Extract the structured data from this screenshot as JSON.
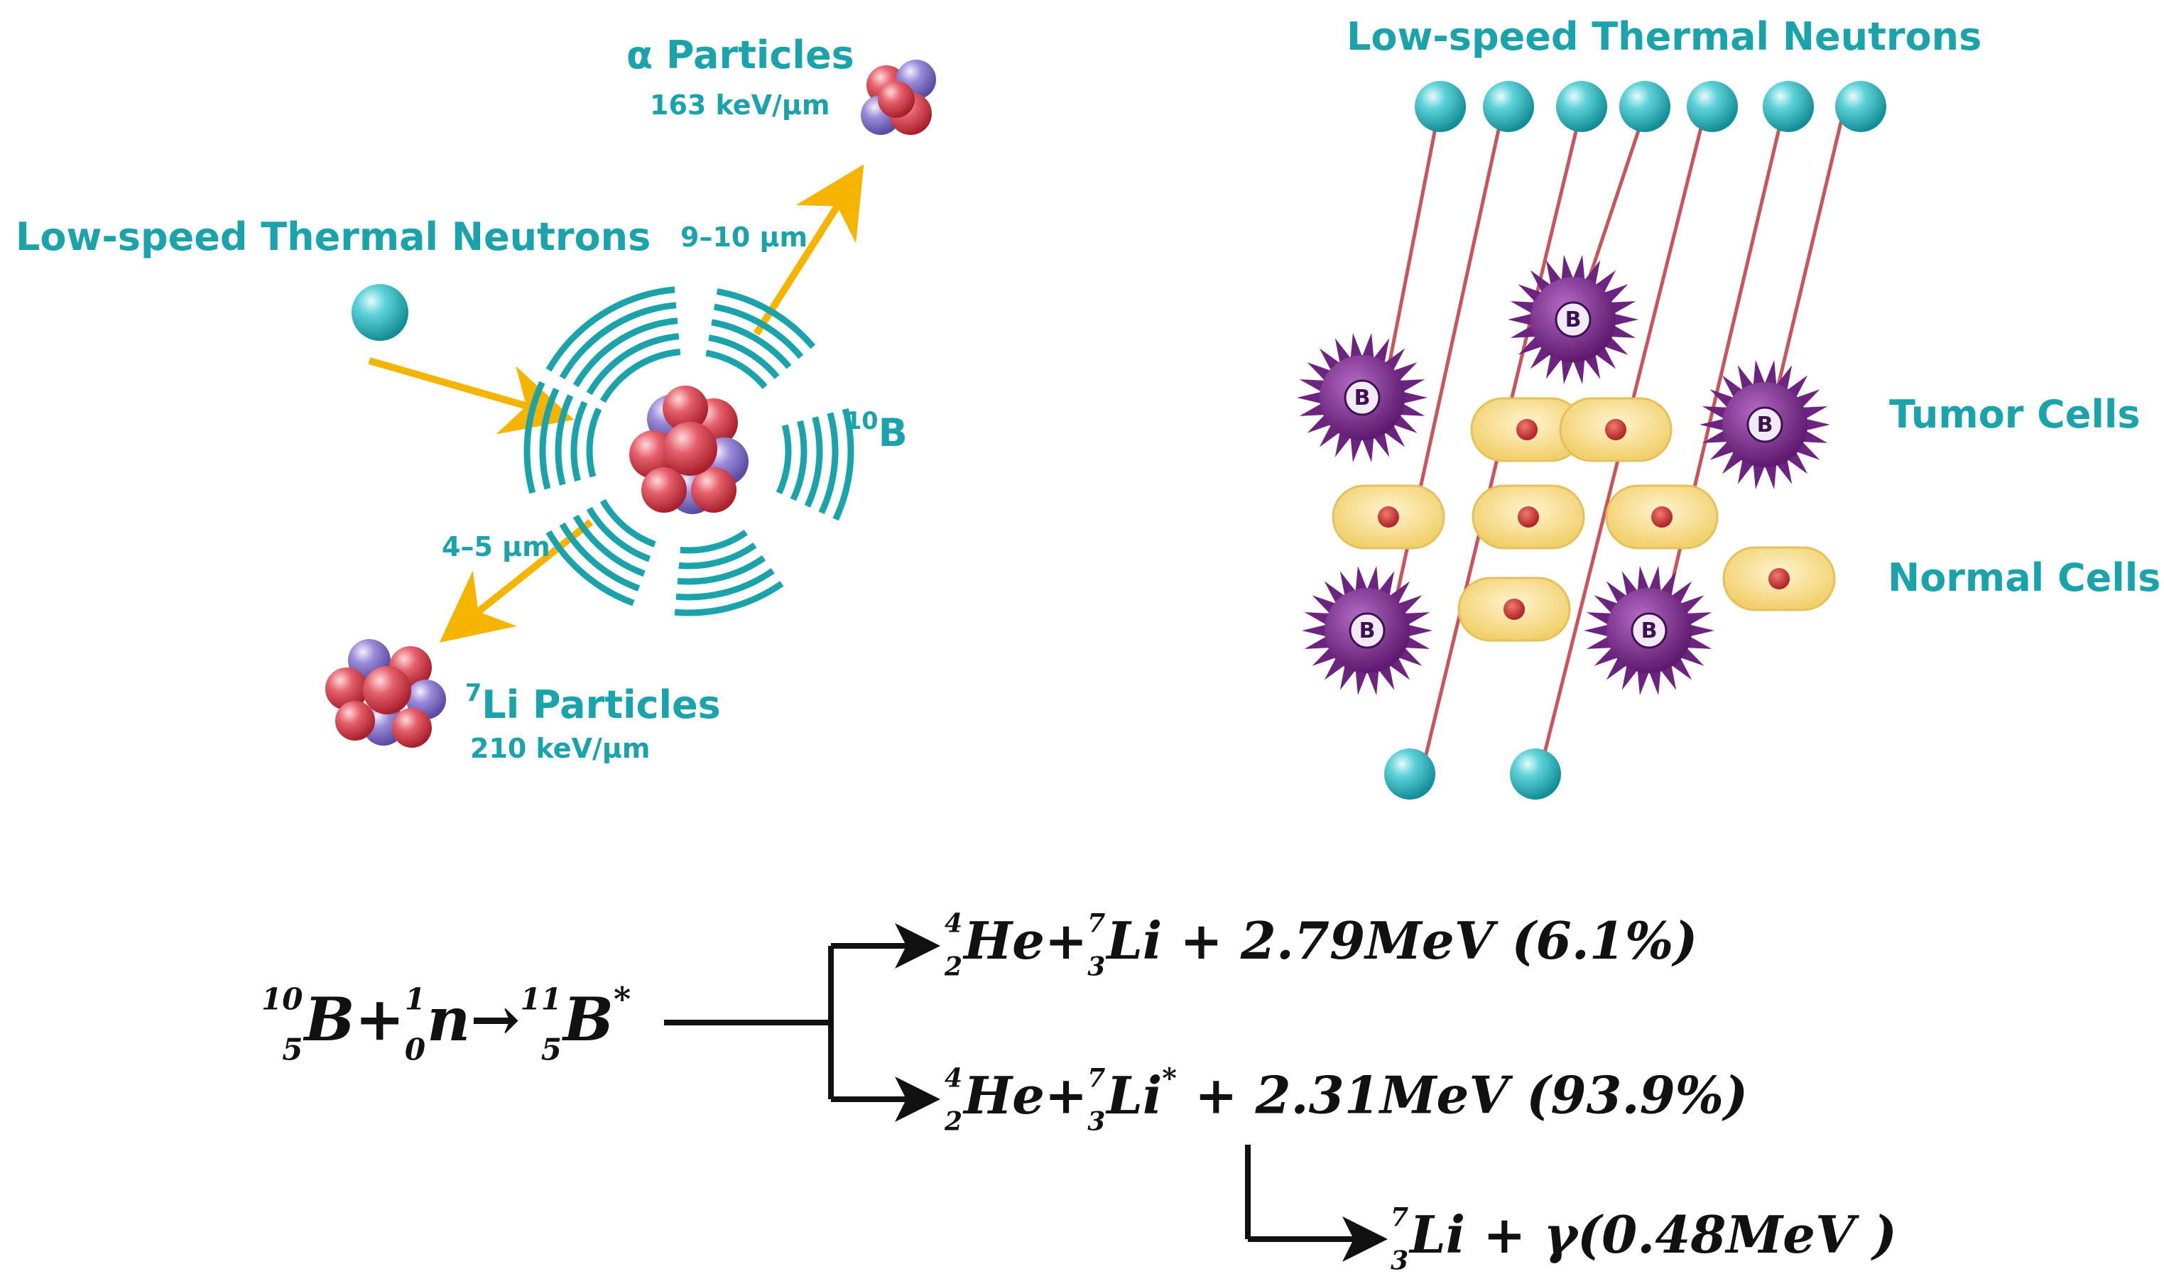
{
  "left_panel": {
    "alpha_title": "α Particles",
    "alpha_let": "163 keV/μm",
    "alpha_range": "9–10 μm",
    "neutrons_label": "Low-speed Thermal Neutrons",
    "boron_mass": "10",
    "boron_symbol": "B",
    "li_range": "4–5 μm",
    "li_mass": "7",
    "li_title": "Li Particles",
    "li_let": "210 keV/μm"
  },
  "right_panel": {
    "neutrons_label": "Low-speed Thermal Neutrons",
    "tumor_label": "Tumor Cells",
    "normal_label": "Normal Cells",
    "boron_marker": "B"
  },
  "equation": {
    "b10_a": "10",
    "b10_z": "5",
    "b10_sym": "B",
    "plus": "+",
    "n_a": "1",
    "n_z": "0",
    "n_sym": "n",
    "arrow": "→",
    "b11_a": "11",
    "b11_z": "5",
    "b11_sym": "B",
    "star": "*",
    "br1_he_a": "4",
    "br1_he_z": "2",
    "br1_he_sym": "He",
    "br1_li_a": "7",
    "br1_li_z": "3",
    "br1_li_sym": "Li",
    "br1_rest": "+ 2.79MeV (6.1%)",
    "br2_he_a": "4",
    "br2_he_z": "2",
    "br2_he_sym": "He",
    "br2_li_a": "7",
    "br2_li_z": "3",
    "br2_li_sym": "Li",
    "br2_star": "*",
    "br2_rest": "+ 2.31MeV (93.9%)",
    "br3_li_a": "7",
    "br3_li_z": "3",
    "br3_li_sym": "Li",
    "br3_rest": "+ γ(0.48MeV )"
  },
  "colors": {
    "teal": "#1aa3ab",
    "arrow_yellow": "#f5b400",
    "track_red": "#c9555a",
    "tumor_purple": "#7a2a8c",
    "cell_yellow": "#f7dc8a",
    "nucleus_red": "#c9333c"
  },
  "icons": {
    "neutron": "neutron-sphere-icon",
    "nucleus": "nucleus-cluster-icon",
    "tumor": "spiky-tumor-cell-icon",
    "normal": "normal-cell-icon"
  }
}
